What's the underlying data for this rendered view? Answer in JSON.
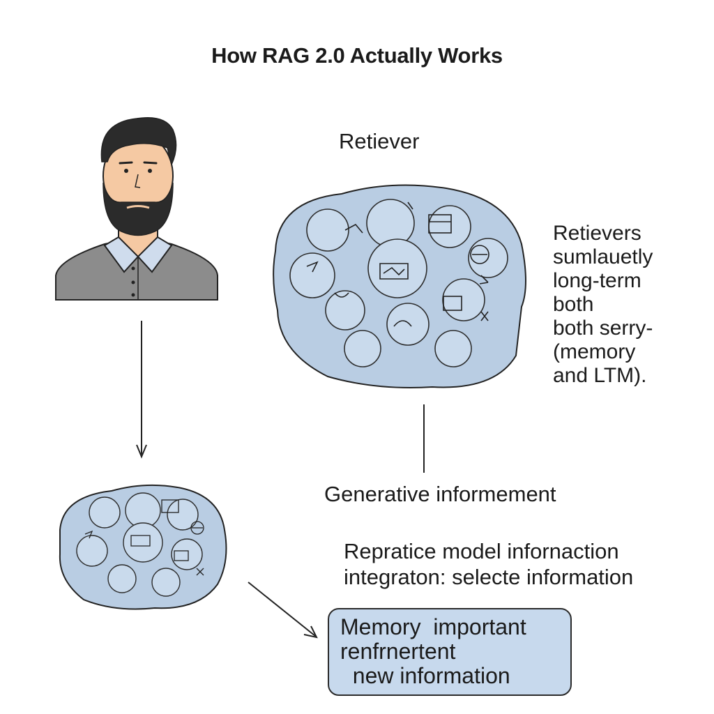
{
  "title": "How RAG 2.0 Actually Works",
  "retriever_label": "Retiever",
  "side_text": [
    "Retievers",
    "sumlauetly",
    "long-term",
    "both",
    "both serry-",
    "(memory",
    "and LTM)."
  ],
  "generative_label": "Generative informement",
  "description": [
    "Repratice model infornaction",
    "integraton: selecte information"
  ],
  "result_box": [
    "Memory  important",
    "renfrnertent",
    "  new information"
  ],
  "colors": {
    "brain_fill": "#b9cde3",
    "brain_inner": "#c9daec",
    "box_fill": "#c7d9ed",
    "skin": "#f5c9a3",
    "hair": "#2b2b2b",
    "shirt": "#8c8c8c",
    "collar": "#cfdced"
  },
  "icons": [
    "person-avatar-icon",
    "brain-icon",
    "arrow-down-icon",
    "arrow-diagonal-icon"
  ]
}
